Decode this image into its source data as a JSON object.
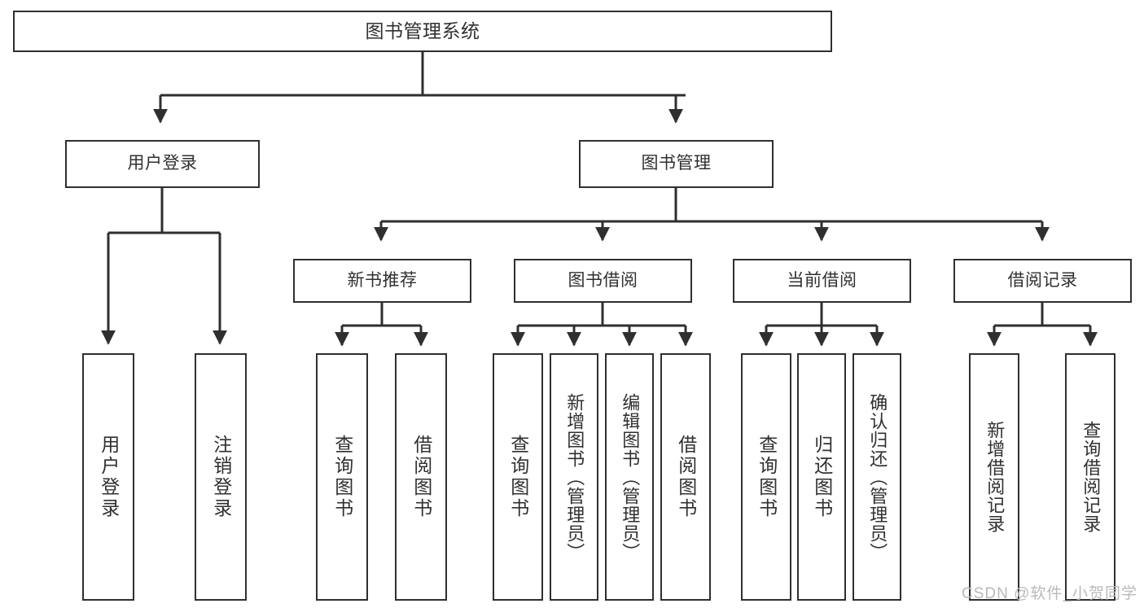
{
  "diagram": {
    "title": "图书管理系统",
    "watermark": "CSDN @软件_小贺同学",
    "line_color": "#2f2f2f",
    "text_color": "#303030",
    "background": "#ffffff",
    "root": {
      "label": "图书管理系统"
    },
    "level2": [
      {
        "label": "用户登录"
      },
      {
        "label": "图书管理"
      }
    ],
    "level3": [
      {
        "label": "新书推荐"
      },
      {
        "label": "图书借阅"
      },
      {
        "label": "当前借阅"
      },
      {
        "label": "借阅记录"
      }
    ],
    "leaves": [
      {
        "label": "用户登录",
        "parent": "用户登录"
      },
      {
        "label": "注销登录",
        "parent": "用户登录"
      },
      {
        "label": "查询图书",
        "parent": "新书推荐"
      },
      {
        "label": "借阅图书",
        "parent": "新书推荐"
      },
      {
        "label": "查询图书",
        "parent": "图书借阅"
      },
      {
        "label": "新增图书（管理员）",
        "parent": "图书借阅"
      },
      {
        "label": "编辑图书（管理员）",
        "parent": "图书借阅"
      },
      {
        "label": "借阅图书",
        "parent": "图书借阅"
      },
      {
        "label": "查询图书",
        "parent": "当前借阅"
      },
      {
        "label": "归还图书",
        "parent": "当前借阅"
      },
      {
        "label": "确认归还（管理员）",
        "parent": "当前借阅"
      },
      {
        "label": "新增借阅记录",
        "parent": "借阅记录"
      },
      {
        "label": "查询借阅记录",
        "parent": "借阅记录"
      }
    ]
  }
}
